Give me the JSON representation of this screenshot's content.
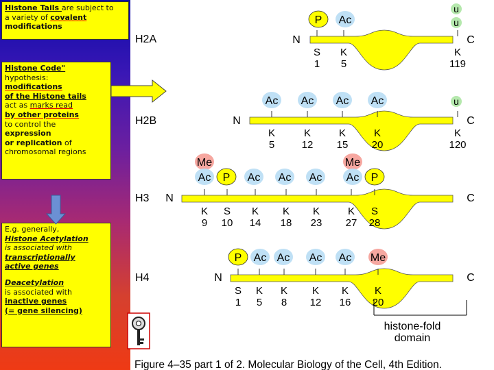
{
  "notes": {
    "top": {
      "line1_title": "Histone Tails ",
      "line1_rest": "are subject to",
      "line2_pre": "a variety of ",
      "line2_link": "covalent",
      "line3": "modifications"
    },
    "middle": {
      "l1": "Histone Code\"",
      "l2_pre": "hypothesis: ",
      "l2_b": "modifications",
      "l3": "of the Histone tails",
      "l4_pre": "act  as ",
      "l4_link": "marks read",
      "l5": "by other proteins",
      "l6": "to control the",
      "l7": "expression",
      "l8_pre": "or replication",
      "l8_post": "  of",
      "l9": "chromosomal regions"
    },
    "bottom": {
      "l1": "E.g.  generally,",
      "l2": "Histone Acetylation",
      "l3": "is associated with",
      "l4": "transcriptionally",
      "l5": "active genes",
      "l6": "Deacetylation",
      "l7": "is associated with",
      "l8": "inactive genes",
      "l9": "(= gene silencing)"
    }
  },
  "histones": [
    {
      "name": "H2A",
      "n": "N",
      "c": "C",
      "mods": [
        {
          "label": "P",
          "type": "phospho"
        },
        {
          "label": "Ac",
          "type": "acetyl"
        },
        {
          "label": "u",
          "type": "ubiquitin"
        },
        {
          "label": "u",
          "type": "ubiquitin"
        }
      ],
      "residues": [
        {
          "aa": "S",
          "pos": "1"
        },
        {
          "aa": "K",
          "pos": "5"
        },
        {
          "aa": "K",
          "pos": "119"
        }
      ]
    },
    {
      "name": "H2B",
      "n": "N",
      "c": "C",
      "mods": [
        {
          "label": "Ac",
          "type": "acetyl"
        },
        {
          "label": "Ac",
          "type": "acetyl"
        },
        {
          "label": "Ac",
          "type": "acetyl"
        },
        {
          "label": "Ac",
          "type": "acetyl"
        },
        {
          "label": "u",
          "type": "ubiquitin"
        }
      ],
      "residues": [
        {
          "aa": "K",
          "pos": "5"
        },
        {
          "aa": "K",
          "pos": "12"
        },
        {
          "aa": "K",
          "pos": "15"
        },
        {
          "aa": "K",
          "pos": "20"
        },
        {
          "aa": "K",
          "pos": "120"
        }
      ]
    },
    {
      "name": "H3",
      "n": "N",
      "c": "C",
      "mods": [
        {
          "label": "Me",
          "type": "methyl"
        },
        {
          "label": "Ac",
          "type": "acetyl"
        },
        {
          "label": "P",
          "type": "phospho"
        },
        {
          "label": "Ac",
          "type": "acetyl"
        },
        {
          "label": "Ac",
          "type": "acetyl"
        },
        {
          "label": "Ac",
          "type": "acetyl"
        },
        {
          "label": "Me",
          "type": "methyl"
        },
        {
          "label": "Ac",
          "type": "acetyl"
        },
        {
          "label": "P",
          "type": "phospho"
        }
      ],
      "residues": [
        {
          "aa": "K",
          "pos": "9"
        },
        {
          "aa": "S",
          "pos": "10"
        },
        {
          "aa": "K",
          "pos": "14"
        },
        {
          "aa": "K",
          "pos": "18"
        },
        {
          "aa": "K",
          "pos": "23"
        },
        {
          "aa": "K",
          "pos": "27"
        },
        {
          "aa": "S",
          "pos": "28"
        }
      ]
    },
    {
      "name": "H4",
      "n": "N",
      "c": "C",
      "mods": [
        {
          "label": "P",
          "type": "phospho"
        },
        {
          "label": "Ac",
          "type": "acetyl"
        },
        {
          "label": "Ac",
          "type": "acetyl"
        },
        {
          "label": "Ac",
          "type": "acetyl"
        },
        {
          "label": "Ac",
          "type": "acetyl"
        },
        {
          "label": "Me",
          "type": "methyl"
        }
      ],
      "residues": [
        {
          "aa": "S",
          "pos": "1"
        },
        {
          "aa": "K",
          "pos": "5"
        },
        {
          "aa": "K",
          "pos": "8"
        },
        {
          "aa": "K",
          "pos": "12"
        },
        {
          "aa": "K",
          "pos": "16"
        },
        {
          "aa": "K",
          "pos": "20"
        }
      ]
    }
  ],
  "fold_label_1": "histone-fold",
  "fold_label_2": "domain",
  "caption": "Figure 4–35 part 1 of 2. Molecular Biology of the Cell, 4th Edition.",
  "colors": {
    "tail": "#ffff00",
    "acetyl": "#bfe0f5",
    "phospho": "#ffff00",
    "methyl": "#f6a7a0",
    "ubiquitin": "#b5e8ad",
    "arrow": "#6b90d4"
  }
}
